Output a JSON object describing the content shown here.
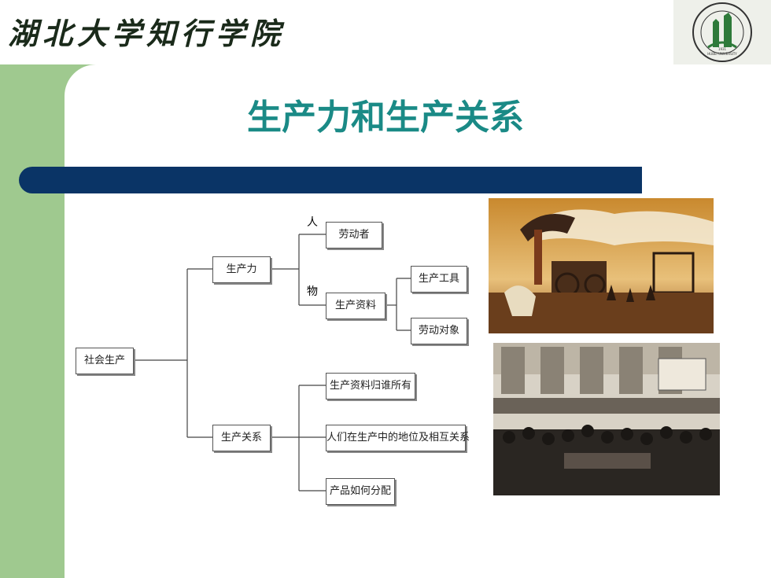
{
  "header": {
    "calligraphy": "湖北大学知行学院",
    "logo_text": "HUBEI UNIVERSITY",
    "logo_year": "1931"
  },
  "title": "生产力和生产关系",
  "diagram": {
    "root": "社会生产",
    "branch1": "生产力",
    "branch2": "生产关系",
    "person_label": "人",
    "thing_label": "物",
    "labor": "劳动者",
    "means": "生产资料",
    "tools": "生产工具",
    "objects": "劳动对象",
    "ownership": "生产资料归谁所有",
    "relations": "人们在生产中的地位及相互关系",
    "distribution": "产品如何分配"
  },
  "colors": {
    "green": "#9fc98f",
    "title": "#1a8a86",
    "bar": "#0a3466"
  }
}
